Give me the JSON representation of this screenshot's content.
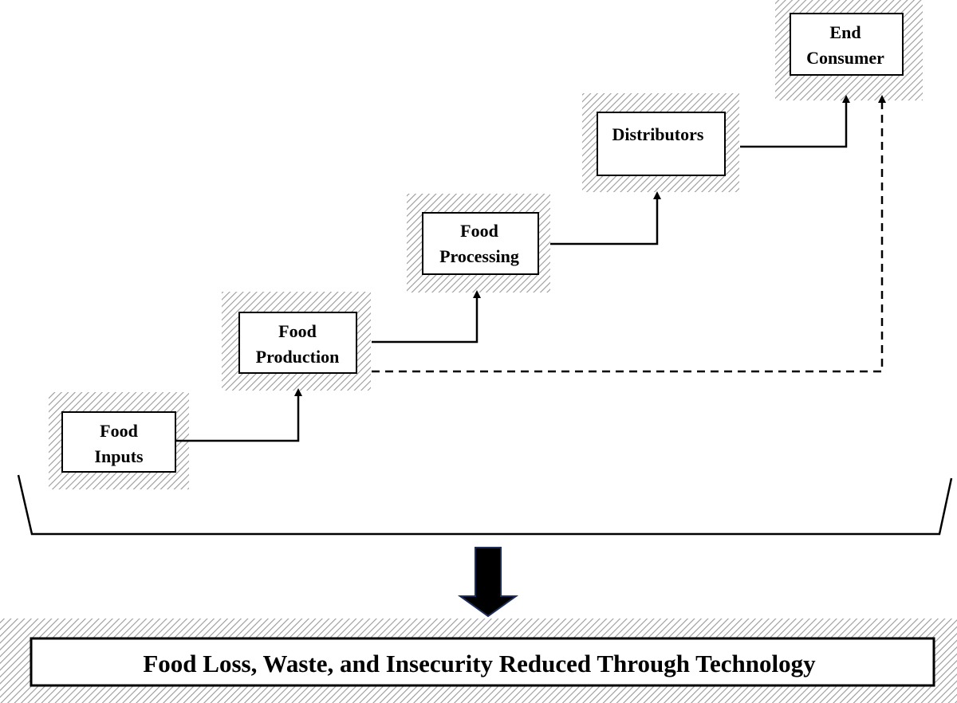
{
  "stages": [
    {
      "id": "food-inputs",
      "lines": [
        "Food",
        "Inputs"
      ]
    },
    {
      "id": "food-production",
      "lines": [
        "Food",
        "Production"
      ]
    },
    {
      "id": "food-processing",
      "lines": [
        "Food",
        "Processing"
      ]
    },
    {
      "id": "distributors",
      "lines": [
        "Distributors"
      ]
    },
    {
      "id": "end-consumer",
      "lines": [
        "End",
        "Consumer"
      ]
    }
  ],
  "outcome": {
    "label": "Food Loss, Waste, and Insecurity Reduced Through Technology"
  },
  "connections": [
    {
      "from": "food-inputs",
      "to": "food-production",
      "style": "solid"
    },
    {
      "from": "food-production",
      "to": "food-processing",
      "style": "solid"
    },
    {
      "from": "food-processing",
      "to": "distributors",
      "style": "solid"
    },
    {
      "from": "distributors",
      "to": "end-consumer",
      "style": "solid"
    },
    {
      "from": "food-production",
      "to": "end-consumer",
      "style": "dashed"
    }
  ],
  "colors": {
    "line": "#000000",
    "hatch": "#9a9a9a",
    "box_fill": "#ffffff",
    "down_arrow_fill": "#000000",
    "down_arrow_outline": "#1f2d5a"
  }
}
